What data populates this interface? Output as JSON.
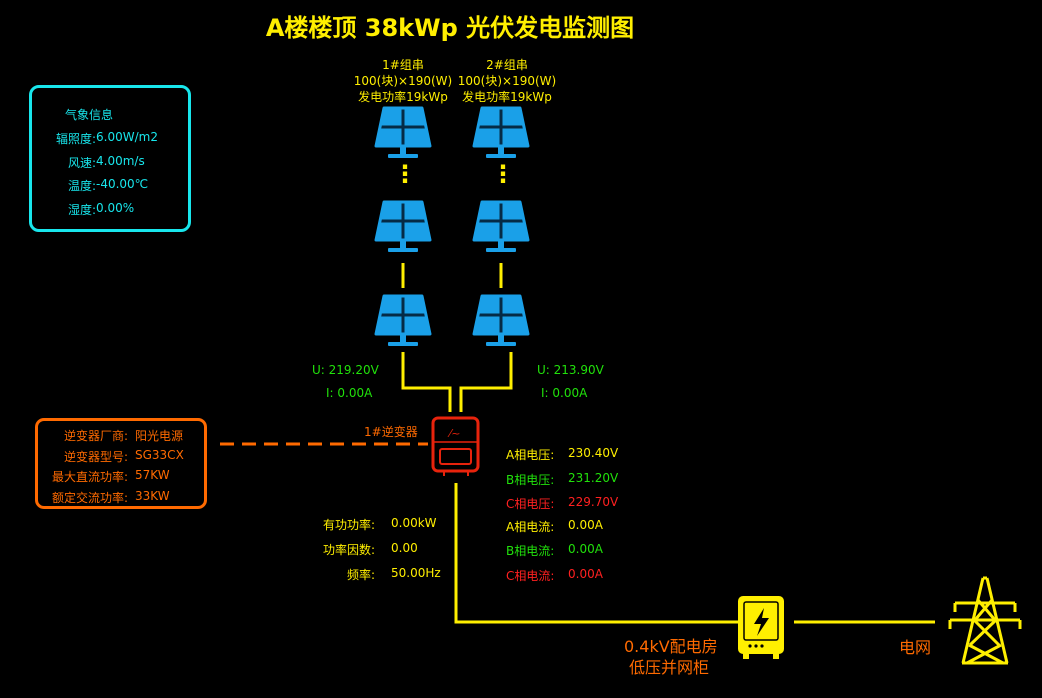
{
  "title": "A楼楼顶 38kWp 光伏发电监测图",
  "weather": {
    "title": "气象信息",
    "rows": [
      {
        "label": "辐照度:",
        "value": "6.00W/m2"
      },
      {
        "label": "风速:",
        "value": "4.00m/s"
      },
      {
        "label": "温度:",
        "value": "-40.00℃"
      },
      {
        "label": "湿度:",
        "value": "0.00%"
      }
    ]
  },
  "strings": [
    {
      "name": "1#组串",
      "spec": "100(块)×190(W)",
      "power": "发电功率19kWp",
      "u_label": "U:",
      "u": "219.20V",
      "i_label": "I:",
      "i": "0.00A"
    },
    {
      "name": "2#组串",
      "spec": "100(块)×190(W)",
      "power": "发电功率19kWp",
      "u_label": "U:",
      "u": "213.90V",
      "i_label": "I:",
      "i": "0.00A"
    }
  ],
  "string_ellipsis": "⋮",
  "inverter": {
    "name": "1#逆变器",
    "info": [
      {
        "label": "逆变器厂商:",
        "value": "阳光电源"
      },
      {
        "label": "逆变器型号:",
        "value": "SG33CX"
      },
      {
        "label": "最大直流功率:",
        "value": "57KW"
      },
      {
        "label": "额定交流功率:",
        "value": "33KW"
      }
    ]
  },
  "ac_left": [
    {
      "label": "有功功率:",
      "value": "0.00kW"
    },
    {
      "label": "功率因数:",
      "value": "0.00"
    },
    {
      "label": "频率:",
      "value": "50.00Hz"
    }
  ],
  "ac_right": [
    {
      "label": "A相电压:",
      "value": "230.40V",
      "color": "#ffef00"
    },
    {
      "label": "B相电压:",
      "value": "231.20V",
      "color": "#21e10b"
    },
    {
      "label": "C相电压:",
      "value": "229.70V",
      "color": "#ff2020"
    },
    {
      "label": "A相电流:",
      "value": "0.00A",
      "color": "#ffef00"
    },
    {
      "label": "B相电流:",
      "value": "0.00A",
      "color": "#21e10b"
    },
    {
      "label": "C相电流:",
      "value": "0.00A",
      "color": "#ff2020"
    }
  ],
  "distribution": {
    "line1": "0.4kV配电房",
    "line2": "低压并网柜"
  },
  "grid_label": "电网",
  "colors": {
    "accent": "#ffef00",
    "cyan": "#18e6ec",
    "orange": "#ff6a00",
    "panel": "#1aa0e8",
    "green": "#21e10b",
    "red": "#ff2020"
  },
  "icons": [
    "solar-panel-icon",
    "inverter-icon",
    "grid-cabinet-icon",
    "power-tower-icon"
  ]
}
